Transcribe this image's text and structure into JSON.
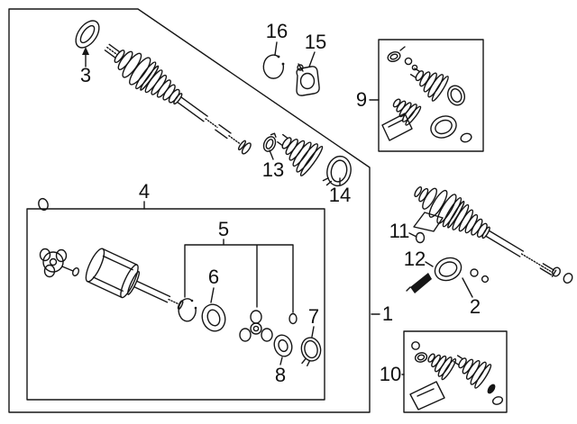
{
  "figure": {
    "kind": "exploded-parts-diagram",
    "subject": "drive shaft / CV axle assembly",
    "background_color": "#ffffff",
    "line_color": "#161616"
  },
  "callouts": {
    "c1": {
      "label": "1"
    },
    "c2": {
      "label": "2"
    },
    "c3": {
      "label": "3"
    },
    "c4": {
      "label": "4"
    },
    "c5": {
      "label": "5"
    },
    "c6": {
      "label": "6"
    },
    "c7": {
      "label": "7"
    },
    "c8": {
      "label": "8"
    },
    "c9": {
      "label": "9"
    },
    "c10": {
      "label": "10"
    },
    "c11": {
      "label": "11"
    },
    "c12": {
      "label": "12"
    },
    "c13": {
      "label": "13"
    },
    "c14": {
      "label": "14"
    },
    "c15": {
      "label": "15"
    },
    "c16": {
      "label": "16"
    }
  }
}
